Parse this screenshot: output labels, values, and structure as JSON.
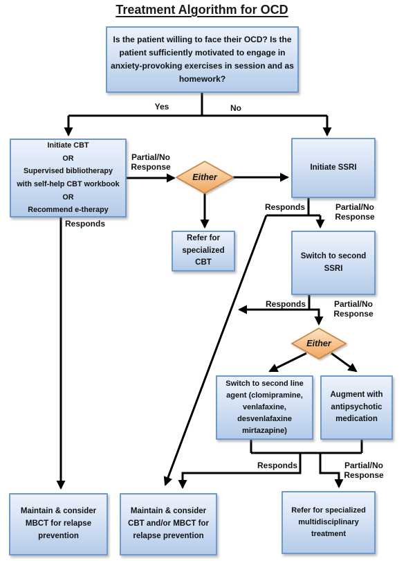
{
  "title": "Treatment Algorithm for OCD",
  "colors": {
    "box_fill_top": "#ecf2fc",
    "box_fill_bottom": "#b4cbe9",
    "box_border": "#6e99cc",
    "diamond_fill_top": "#fce3c8",
    "diamond_fill_bottom": "#f0a55c",
    "diamond_border": "#cd853f",
    "line": "#000000",
    "text": "#111111"
  },
  "nodes": {
    "question": {
      "text": "Is the patient willing to face their OCD? Is the patient sufficiently motivated to engage in anxiety-provoking exercises in session and as homework?"
    },
    "initiate_cbt": {
      "text": "Initiate CBT\nOR\nSupervised bibliotherapy\nwith self-help CBT workbook\nOR\nRecommend e-therapy"
    },
    "initiate_ssri": {
      "text": "Initiate SSRI"
    },
    "refer_cbt": {
      "text": "Refer for\nspecialized\nCBT"
    },
    "switch_ssri": {
      "text": "Switch to second\nSSRI"
    },
    "second_line": {
      "text": "Switch to second line\nagent (clomipramine,\nvenlafaxine,\ndesvenlafaxine\nmirtazapine)"
    },
    "augment": {
      "text": "Augment with\nantipsychotic\nmedication"
    },
    "maintain_mbct": {
      "text": "Maintain & consider\nMBCT for relapse\nprevention"
    },
    "maintain_cbt_mbct": {
      "text": "Maintain & consider\nCBT and/or MBCT for\nrelapse prevention"
    },
    "refer_multi": {
      "text": "Refer for specialized\nmultidisciplinary\ntreatment"
    }
  },
  "decisions": {
    "either_1": "Either",
    "either_2": "Either"
  },
  "edge_labels": {
    "yes": "Yes",
    "no": "No",
    "partial_no_response_wrapped": "Partial/No\nResponse",
    "responds_cbt": "Responds",
    "responds_ssri": "Responds",
    "partial_no_response_ssri": "Partial/No Response",
    "responds_second_ssri": "Responds",
    "partial_no_response_second_ssri": "Partial/No Response",
    "responds_second_line": "Responds",
    "partial_no_response_second_line": "Partial/No Response"
  }
}
